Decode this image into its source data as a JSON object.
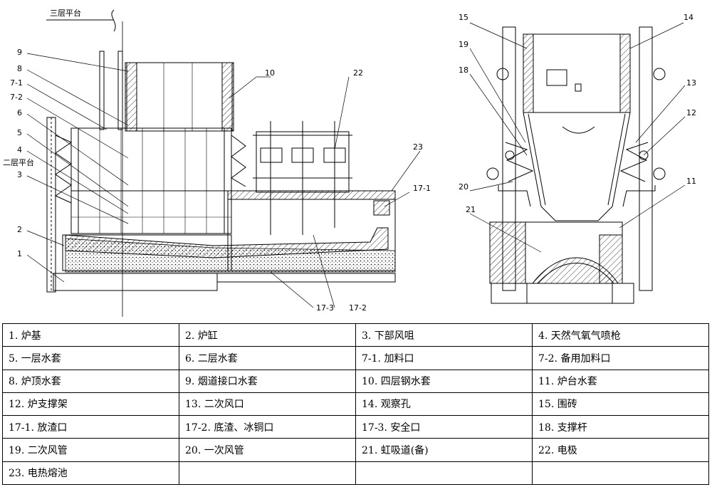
{
  "left_labels": {
    "platform3": "三层平台",
    "platform2": "二层平台",
    "n9": "9",
    "n8": "8",
    "n7_1": "7-1",
    "n7_2": "7-2",
    "n6": "6",
    "n5": "5",
    "n4": "4",
    "n3": "3",
    "n2": "2",
    "n1": "1",
    "n10": "10",
    "n22": "22",
    "n23": "23",
    "n17_1": "17-1",
    "n17_2": "17-2",
    "n17_3": "17-3"
  },
  "right_labels": {
    "n15": "15",
    "n14": "14",
    "n19": "19",
    "n13": "13",
    "n18": "18",
    "n12": "12",
    "n20": "20",
    "n11": "11",
    "n21": "21"
  },
  "legend": {
    "rows": [
      [
        "1. 炉基",
        "2. 炉缸",
        "3. 下部风咀",
        "4. 天然气氧气喷枪"
      ],
      [
        "5. 一层水套",
        "6. 二层水套",
        "7-1. 加料口",
        "7-2. 备用加料口"
      ],
      [
        "8. 炉顶水套",
        "9. 烟道接口水套",
        "10. 四层钢水套",
        "11. 炉台水套"
      ],
      [
        "12. 炉支撑架",
        "13. 二次风口",
        "14. 观察孔",
        "15. 围砖"
      ],
      [
        "17-1. 放渣口",
        "17-2. 底渣、冰铜口",
        "17-3. 安全口",
        "18. 支撑杆"
      ],
      [
        "19. 二次风管",
        "20. 一次风管",
        "21. 虹吸道(备)",
        "22. 电极"
      ],
      [
        "23. 电热熔池",
        "",
        "",
        ""
      ]
    ]
  }
}
